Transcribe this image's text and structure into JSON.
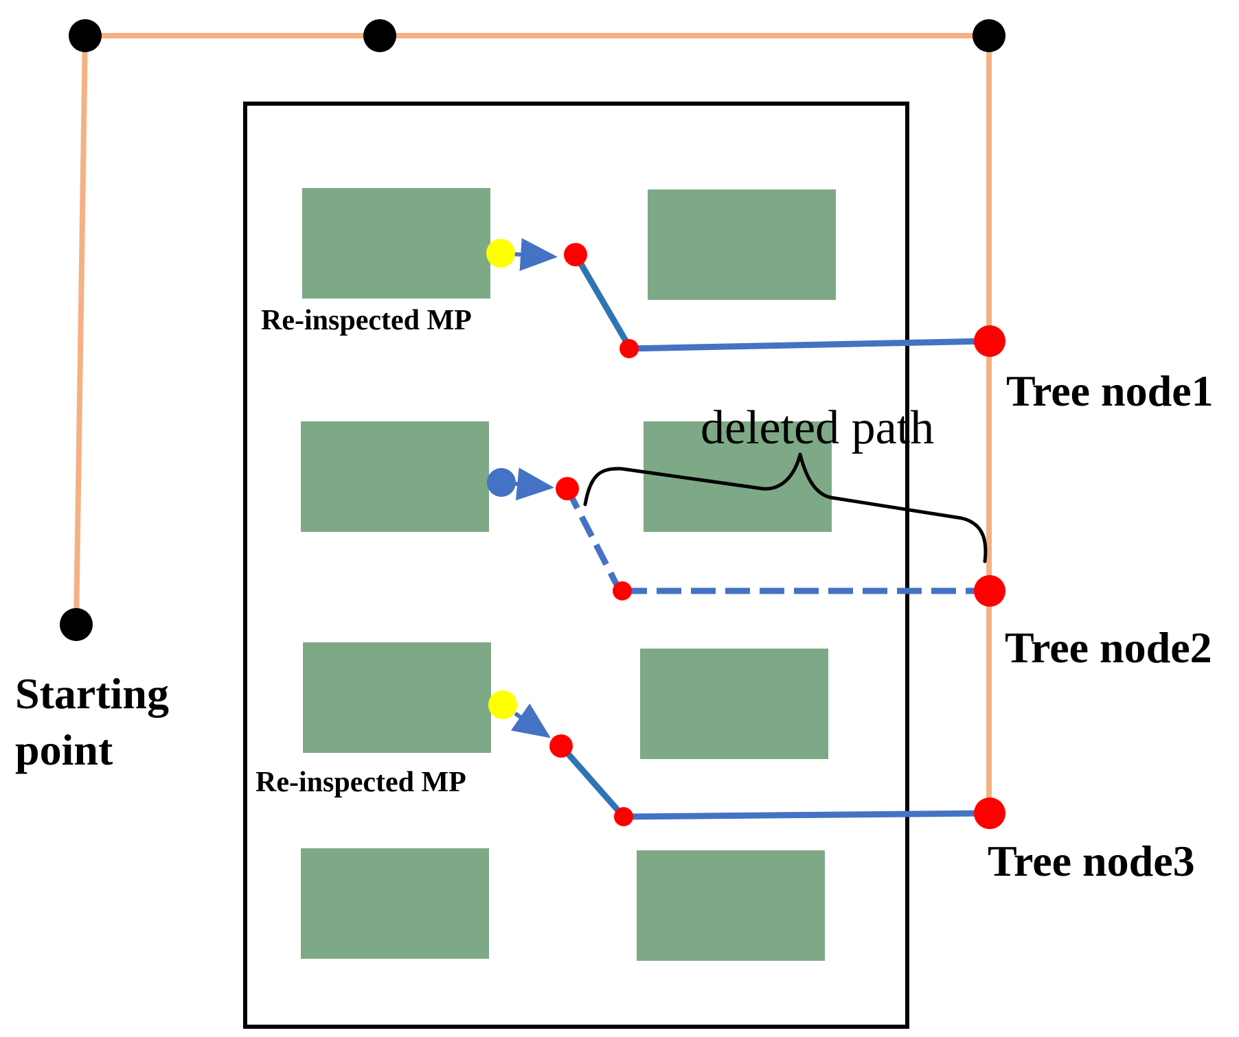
{
  "labels": {
    "starting_point_line1": "Starting",
    "starting_point_line2": "point",
    "tree_node1": "Tree node1",
    "tree_node2": "Tree node2",
    "tree_node3": "Tree node3",
    "reinspected_mp_top": "Re-inspected MP",
    "reinspected_mp_bottom": "Re-inspected MP",
    "deleted_path": "deleted path"
  },
  "colors": {
    "main_route": "#f5b183",
    "route_node": "#000000",
    "tree_node": "#ff0000",
    "waypoint": "#ff0000",
    "block": "#7ea986",
    "branch_path": "#4472c4",
    "branch_slant": "#2e75b6",
    "reinspected_mp": "#ffff00",
    "deleted_mp": "#4472c4",
    "boundary": "#000000"
  }
}
